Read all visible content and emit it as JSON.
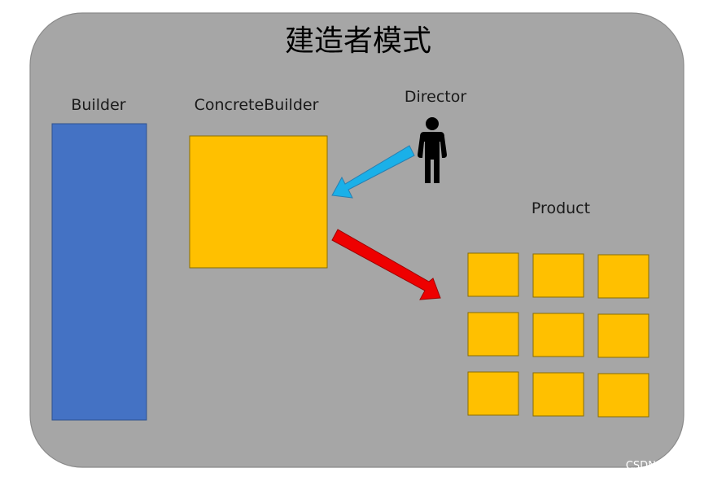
{
  "diagram": {
    "title": "建造者模式",
    "labels": {
      "builder": "Builder",
      "concrete_builder": "ConcreteBuilder",
      "director": "Director",
      "product": "Product"
    },
    "product_part_count": 9,
    "watermark": "CSDN @罗汉爷",
    "colors": {
      "panel_background": "#a6a6a6",
      "builder_fill": "#4472c4",
      "concrete_builder_fill": "#ffc000",
      "product_part_fill": "#ffc000",
      "director_arrow": "#1ab0e8",
      "product_arrow": "#ee0000",
      "director_figure": "#000000"
    },
    "icons": {
      "director": "person-icon"
    }
  }
}
